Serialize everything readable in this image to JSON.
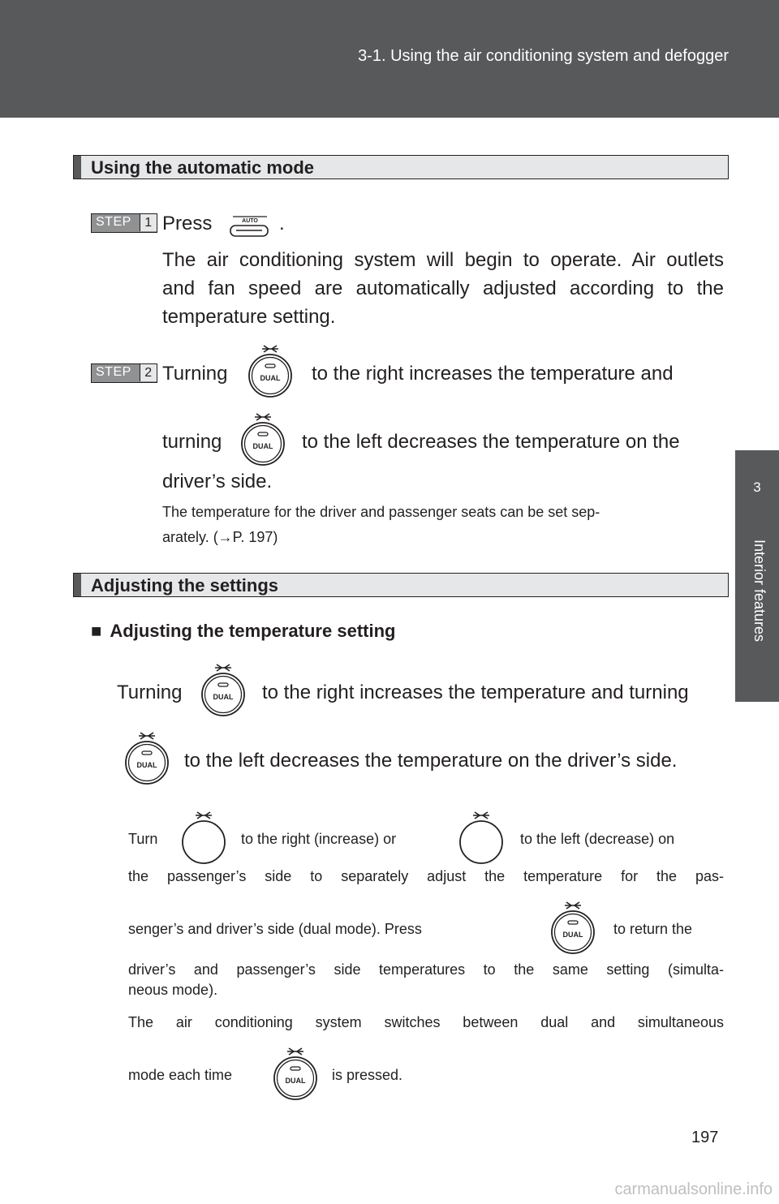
{
  "header": {
    "title": "3-1. Using the air conditioning system and defogger"
  },
  "side_tab": {
    "number": "3",
    "label": "Interior features"
  },
  "sections": [
    {
      "heading": "Using the automatic mode"
    },
    {
      "heading": "Adjusting the settings"
    }
  ],
  "step1": {
    "badge_word": "STEP",
    "badge_num": "1",
    "press": "Press",
    "period": ".",
    "auto_label": "AUTO",
    "desc_line1": "The air conditioning system will begin to operate. Air outlets",
    "desc_line2": "and fan speed are automatically adjusted according to the",
    "desc_line3": "temperature setting."
  },
  "step2": {
    "badge_word": "STEP",
    "badge_num": "2",
    "l1_a": "Turning",
    "l1_b": "to the right increases the temperature and",
    "l2_a": "turning",
    "l2_b": "to the left decreases the temperature on the",
    "l3": "driver’s side.",
    "note_l1": "The temperature for the driver and passenger seats can be set sep-",
    "note_l2": "arately. (→P. 197)"
  },
  "adjust_temp": {
    "bullet": "■",
    "title": "Adjusting the temperature setting",
    "l1_a": "Turning",
    "l1_b": "to the right increases the temperature and turning",
    "l2": "to the left decreases the temperature on the driver’s side."
  },
  "note_dual": {
    "l1_a": "Turn",
    "l1_b": "to the right (increase) or",
    "l1_c": "to the left (decrease) on",
    "l2": "the passenger’s side to separately adjust the temperature for the pas-",
    "l3_a": "senger’s and driver’s side (dual mode). Press",
    "l3_b": "to return the",
    "l4": "driver’s and passenger’s side temperatures to the same setting (simulta-",
    "l5": "neous mode).",
    "l6": "The air conditioning system switches between dual and simultaneous",
    "l7_a": "mode each time",
    "l7_b": "is pressed."
  },
  "dial_label": "DUAL",
  "page_number": "197",
  "watermark": "carmanualsonline.info"
}
